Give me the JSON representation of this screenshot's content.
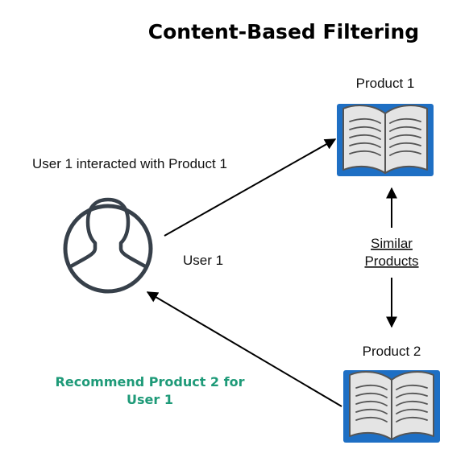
{
  "title": "Content-Based Filtering",
  "nodes": {
    "user": {
      "label": "User 1",
      "icon": "user-silhouette-icon"
    },
    "product1": {
      "label": "Product 1",
      "icon": "open-book-icon"
    },
    "product2": {
      "label": "Product 2",
      "icon": "open-book-icon"
    }
  },
  "edges": {
    "interaction": {
      "label": "User 1 interacted with Product 1"
    },
    "similarity": {
      "label_line1": "Similar",
      "label_line2": "Products"
    },
    "recommendation": {
      "label_line1": "Recommend Product 2 for",
      "label_line2": "User 1"
    }
  },
  "colors": {
    "book_cover": "#1e6fc4",
    "book_pages": "#e4e4e4",
    "book_outline": "#555555",
    "user_icon": "#37404a",
    "recommend_text": "#1e9a78",
    "arrow": "#000000"
  }
}
